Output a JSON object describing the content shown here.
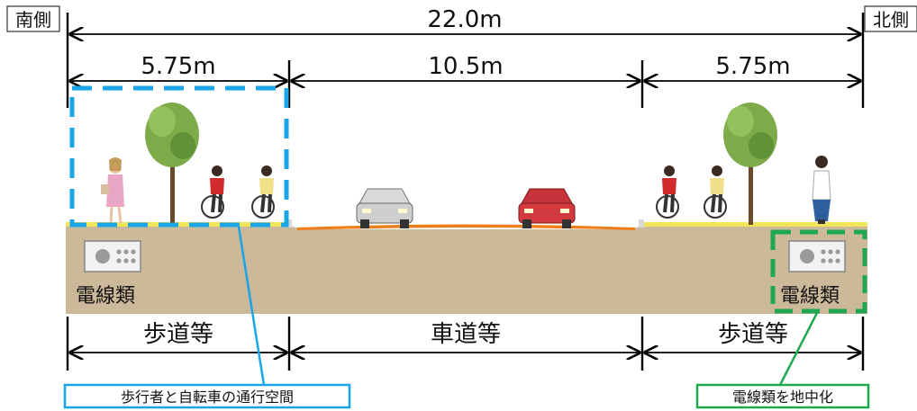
{
  "sides": {
    "south": "南側",
    "north": "北側"
  },
  "widths": {
    "total": "22.0m",
    "left": "5.75m",
    "center": "10.5m",
    "right": "5.75m"
  },
  "cable_label": "電線類",
  "zones": {
    "left": "歩道等",
    "center": "車道等",
    "right": "歩道等"
  },
  "callouts": {
    "pedestrian_space": "歩行者と自転車の通行空間",
    "undergrounding": "電線類を地中化"
  },
  "colors": {
    "ground": "#cbb99a",
    "sidewalk": "#f2e55a",
    "road_edge": "#ef7d1a",
    "pedestrian_callout": "#1aa6e6",
    "undergrounding_callout": "#1fa84f"
  }
}
